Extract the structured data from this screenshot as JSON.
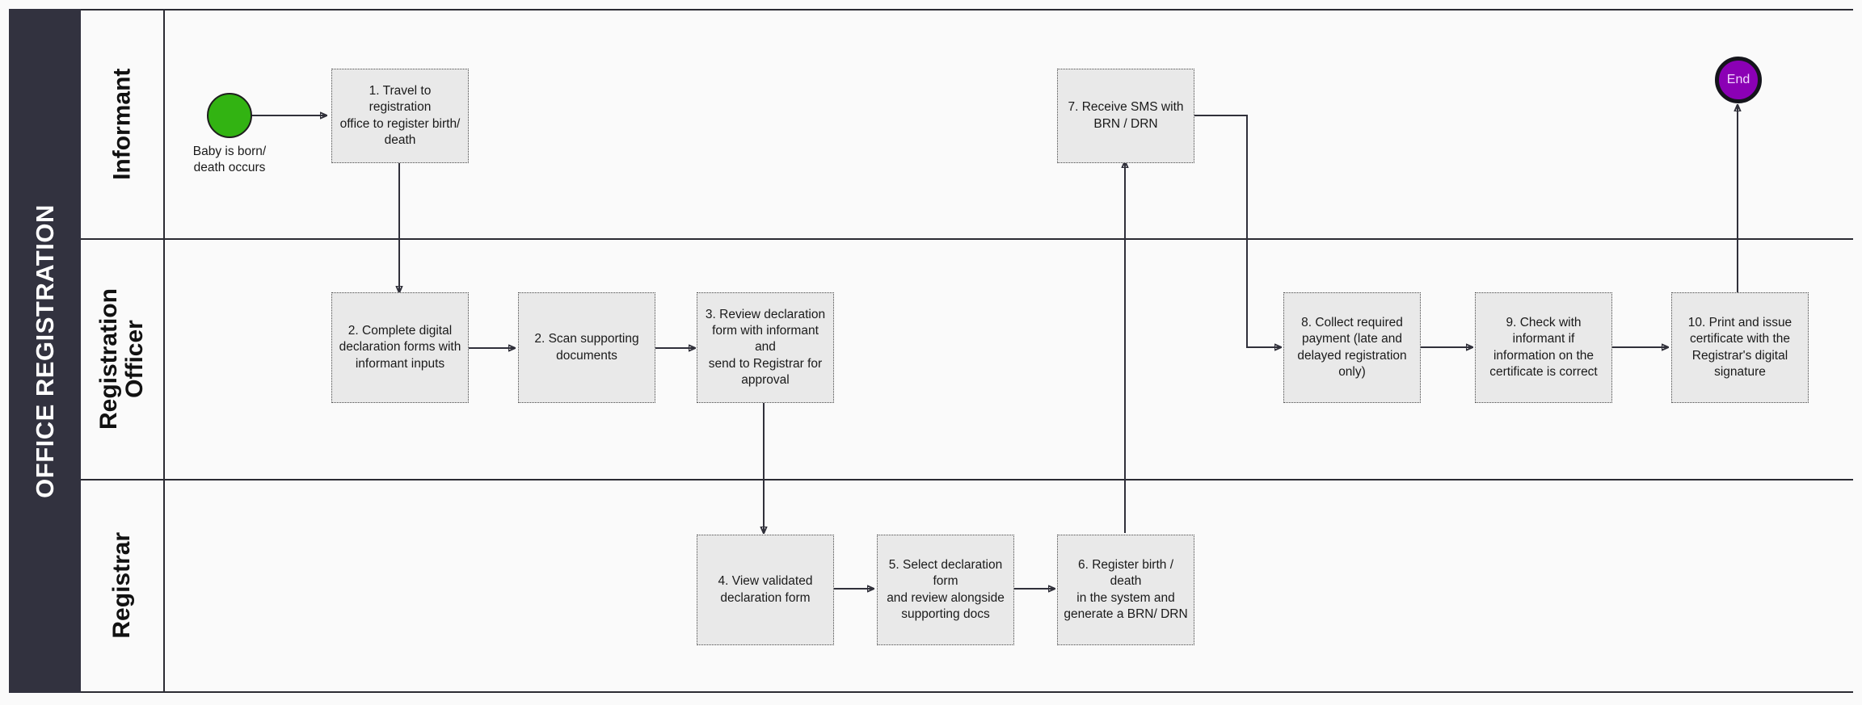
{
  "pool": {
    "title": "OFFICE REGISTRATION"
  },
  "lanes": [
    {
      "id": "informant",
      "label": "Informant"
    },
    {
      "id": "registration-officer",
      "label": "Registration\nOfficer"
    },
    {
      "id": "registrar",
      "label": "Registrar"
    }
  ],
  "events": {
    "start": {
      "label": "",
      "caption": "Baby is born/\ndeath occurs",
      "color": "#32b312"
    },
    "end": {
      "label": "End",
      "color": "#8b00b5"
    }
  },
  "tasks": [
    {
      "id": "t1",
      "lane": "informant",
      "text": "1. Travel to registration\noffice to register birth/\ndeath"
    },
    {
      "id": "t2a",
      "lane": "registration-officer",
      "text": "2. Complete digital\ndeclaration forms with\ninformant inputs"
    },
    {
      "id": "t2b",
      "lane": "registration-officer",
      "text": "2. Scan supporting\ndocuments"
    },
    {
      "id": "t3",
      "lane": "registration-officer",
      "text": "3. Review declaration\nform with informant and\nsend to Registrar for\napproval"
    },
    {
      "id": "t4",
      "lane": "registrar",
      "text": "4. View validated\ndeclaration form"
    },
    {
      "id": "t5",
      "lane": "registrar",
      "text": "5. Select declaration form\nand review alongside\nsupporting docs"
    },
    {
      "id": "t6",
      "lane": "registrar",
      "text": "6. Register birth / death\nin the system and\ngenerate a BRN/ DRN"
    },
    {
      "id": "t7",
      "lane": "informant",
      "text": "7. Receive SMS with\nBRN / DRN"
    },
    {
      "id": "t8",
      "lane": "registration-officer",
      "text": "8. Collect required\npayment (late and\ndelayed registration only)"
    },
    {
      "id": "t9",
      "lane": "registration-officer",
      "text": "9. Check with informant if\ninformation on the\ncertificate is correct"
    },
    {
      "id": "t10",
      "lane": "registration-officer",
      "text": "10. Print and issue\ncertificate with the\nRegistrar's digital\nsignature"
    }
  ],
  "flows": [
    {
      "from": "start",
      "to": "t1"
    },
    {
      "from": "t1",
      "to": "t2a"
    },
    {
      "from": "t2a",
      "to": "t2b"
    },
    {
      "from": "t2b",
      "to": "t3"
    },
    {
      "from": "t3",
      "to": "t4"
    },
    {
      "from": "t4",
      "to": "t5"
    },
    {
      "from": "t5",
      "to": "t6"
    },
    {
      "from": "t6",
      "to": "t7"
    },
    {
      "from": "t7",
      "to": "t8"
    },
    {
      "from": "t8",
      "to": "t9"
    },
    {
      "from": "t9",
      "to": "t10"
    },
    {
      "from": "t10",
      "to": "end"
    }
  ],
  "colors": {
    "pool_header_bg": "#32323f",
    "canvas_bg": "#fafafa",
    "task_fill": "#e9e9e9",
    "task_border": "#4a4a4a",
    "line": "#30303a",
    "start_fill": "#32b312",
    "end_fill": "#8b00b5"
  }
}
